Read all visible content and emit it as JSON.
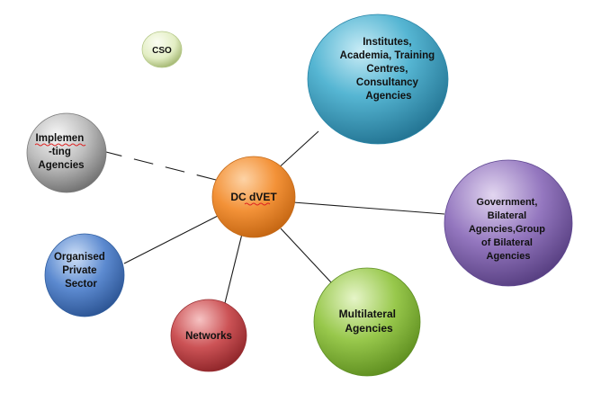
{
  "diagram": {
    "center": {
      "label": "DC dVET",
      "color": "#f08a2a"
    },
    "nodes": [
      {
        "id": "cso",
        "lines": [
          "CSO"
        ],
        "color": "#d8e6b0"
      },
      {
        "id": "institutes",
        "lines": [
          "Institutes,",
          "Academia, Training",
          "Centres,",
          "Consultancy",
          "Agencies"
        ],
        "color": "#3ea6c7"
      },
      {
        "id": "implementing",
        "lines": [
          "Implemen",
          "-ting",
          "Agencies"
        ],
        "color": "#a8a8a8",
        "link": "dashed"
      },
      {
        "id": "government",
        "lines": [
          "Government,",
          "Bilateral",
          "Agencies,Group",
          "of Bilateral",
          "Agencies"
        ],
        "color": "#8a6bb4"
      },
      {
        "id": "organised",
        "lines": [
          "Organised",
          "Private",
          "Sector"
        ],
        "color": "#4d7cc2"
      },
      {
        "id": "networks",
        "lines": [
          "Networks"
        ],
        "color": "#c0464a"
      },
      {
        "id": "multilateral",
        "lines": [
          "Multilateral",
          "Agencies"
        ],
        "color": "#8cbf3f"
      }
    ]
  }
}
